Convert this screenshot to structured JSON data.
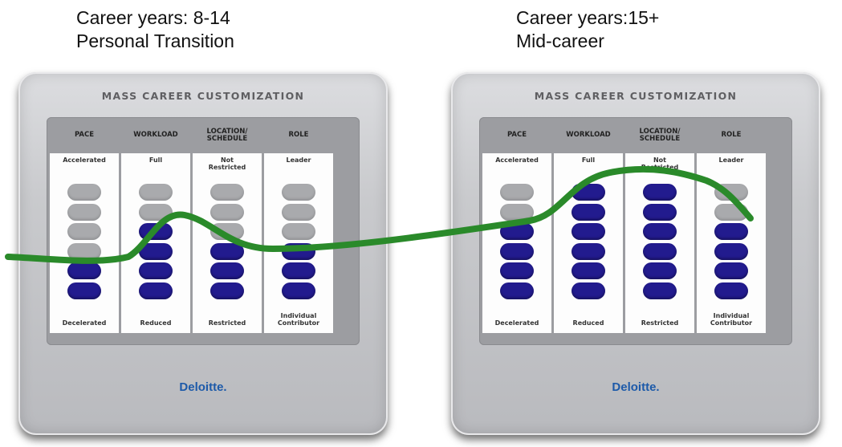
{
  "headers": [
    {
      "line1": "Career years: 8-14",
      "line2": "Personal Transition"
    },
    {
      "line1": "Career years:15+",
      "line2": "Mid-career"
    }
  ],
  "panels": [
    {
      "title": "MASS CAREER CUSTOMIZATION",
      "logo": "Deloitte.",
      "columns": [
        {
          "header": "PACE",
          "top": "Accelerated",
          "bottom": "Decelerated",
          "level": 2
        },
        {
          "header": "WORKLOAD",
          "top": "Full",
          "bottom": "Reduced",
          "level": 4
        },
        {
          "header": "LOCATION/\nSCHEDULE",
          "top": "Not\nRestricted",
          "bottom": "Restricted",
          "level": 3
        },
        {
          "header": "ROLE",
          "top": "Leader",
          "bottom": "Individual\nContributor",
          "level": 3
        }
      ]
    },
    {
      "title": "MASS CAREER CUSTOMIZATION",
      "logo": "Deloitte.",
      "columns": [
        {
          "header": "PACE",
          "top": "Accelerated",
          "bottom": "Decelerated",
          "level": 4
        },
        {
          "header": "WORKLOAD",
          "top": "Full",
          "bottom": "Reduced",
          "level": 6
        },
        {
          "header": "LOCATION/\nSCHEDULE",
          "top": "Not\nRestricted",
          "bottom": "Restricted",
          "level": 6
        },
        {
          "header": "ROLE",
          "top": "Leader",
          "bottom": "Individual\nContributor",
          "level": 4
        }
      ]
    }
  ],
  "pills_per_column": 6,
  "colors": {
    "on": "#221b8e",
    "off": "#a9aaad",
    "curve": "#2a8a2a",
    "logo": "#1d5aa9"
  }
}
